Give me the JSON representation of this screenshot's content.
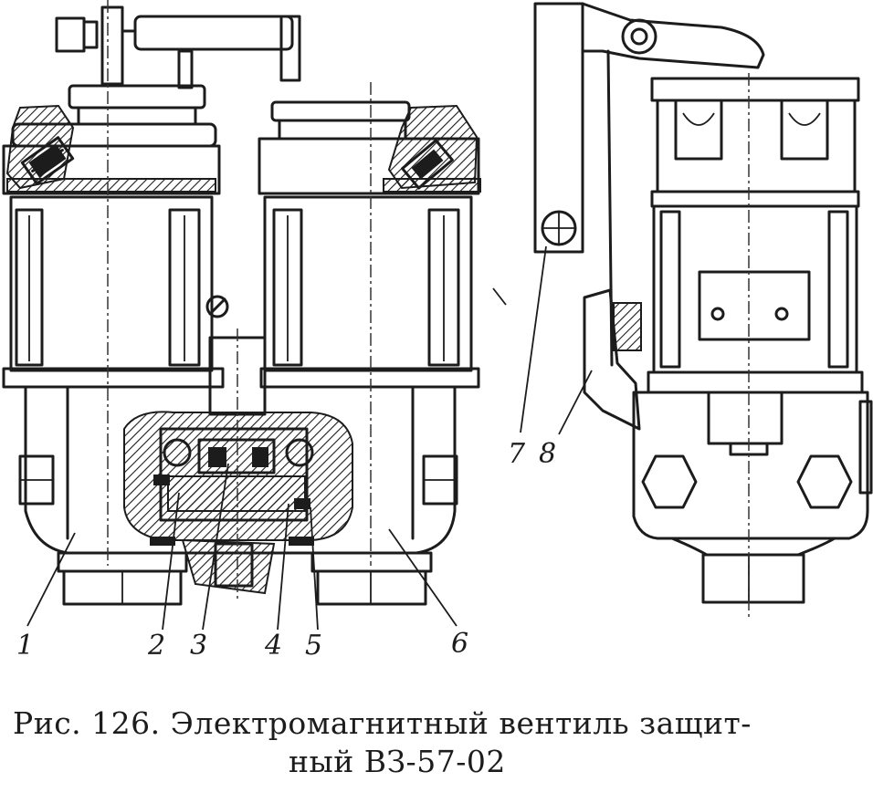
{
  "figure": {
    "callouts": [
      "1",
      "2",
      "3",
      "4",
      "5",
      "6",
      "7",
      "8"
    ],
    "caption_line1": "Рис. 126. Электромагнитный вентиль защит-",
    "caption_line2": "ный ВЗ-57-02"
  },
  "colors": {
    "ink": "#1c1c1c",
    "background": "#ffffff"
  }
}
